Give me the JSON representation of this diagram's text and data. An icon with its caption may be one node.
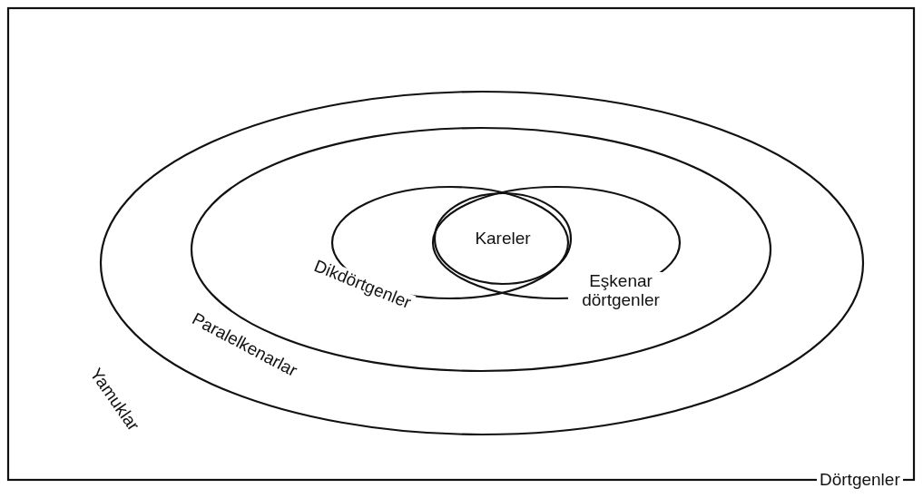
{
  "diagram": {
    "nodes": [
      {
        "text": [
          "Dörtgenler"
        ]
      },
      {
        "text": [
          "Yamuklar"
        ],
        "in": 0
      },
      {
        "text": [
          "Paralelkenarlar"
        ],
        "in": 1
      },
      {
        "text": [
          "Dikdörtgenler"
        ],
        "in": 2
      },
      {
        "text": [
          "Eşkenar dörtgenler"
        ],
        "in": 2
      },
      {
        "text": [
          "Kareler"
        ]
      }
    ]
  }
}
